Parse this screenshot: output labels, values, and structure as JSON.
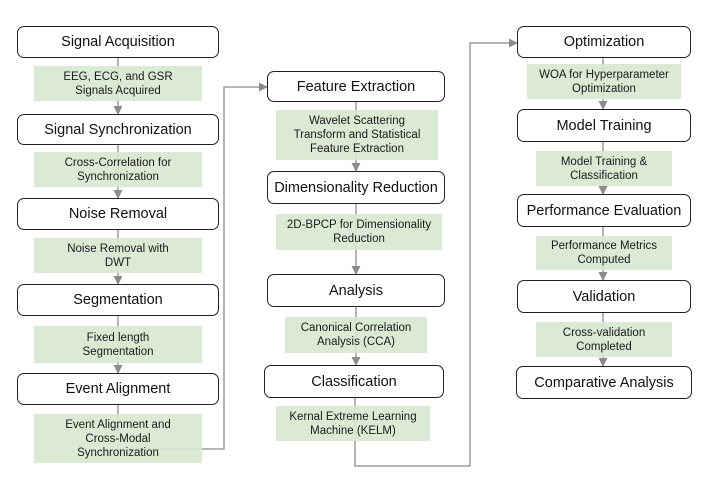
{
  "columns": [
    {
      "stages": [
        {
          "title": "Signal Acquisition",
          "note": [
            "EEG, ECG, and GSR",
            "Signals Acquired"
          ]
        },
        {
          "title": "Signal Synchronization",
          "note": [
            "Cross-Correlation for",
            "Synchronization"
          ]
        },
        {
          "title": "Noise Removal",
          "note": [
            "Noise Removal with",
            "DWT"
          ]
        },
        {
          "title": "Segmentation",
          "note": [
            "Fixed length",
            "Segmentation"
          ]
        },
        {
          "title": "Event Alignment",
          "note": [
            "Event Alignment and",
            "Cross-Modal",
            "Synchronization"
          ]
        }
      ]
    },
    {
      "stages": [
        {
          "title": "Feature Extraction",
          "note": [
            "Wavelet Scattering",
            "Transform and Statistical",
            "Feature Extraction"
          ]
        },
        {
          "title": "Dimensionality Reduction",
          "note": [
            "2D-BPCP for Dimensionality",
            "Reduction"
          ]
        },
        {
          "title": "Analysis",
          "note": [
            "Canonical Correlation",
            "Analysis (CCA)"
          ]
        },
        {
          "title": "Classification",
          "note": [
            "Kernal Extreme Learning",
            "Machine (KELM)"
          ]
        }
      ]
    },
    {
      "stages": [
        {
          "title": "Optimization",
          "note": [
            "WOA for Hyperparameter",
            "Optimization"
          ]
        },
        {
          "title": "Model Training",
          "note": [
            "Model Training &",
            "Classification"
          ]
        },
        {
          "title": "Performance Evaluation",
          "note": [
            "Performance Metrics",
            "Computed"
          ]
        },
        {
          "title": "Validation",
          "note": [
            "Cross-validation",
            "Completed"
          ]
        },
        {
          "title": "Comparative Analysis",
          "note": []
        }
      ]
    }
  ]
}
